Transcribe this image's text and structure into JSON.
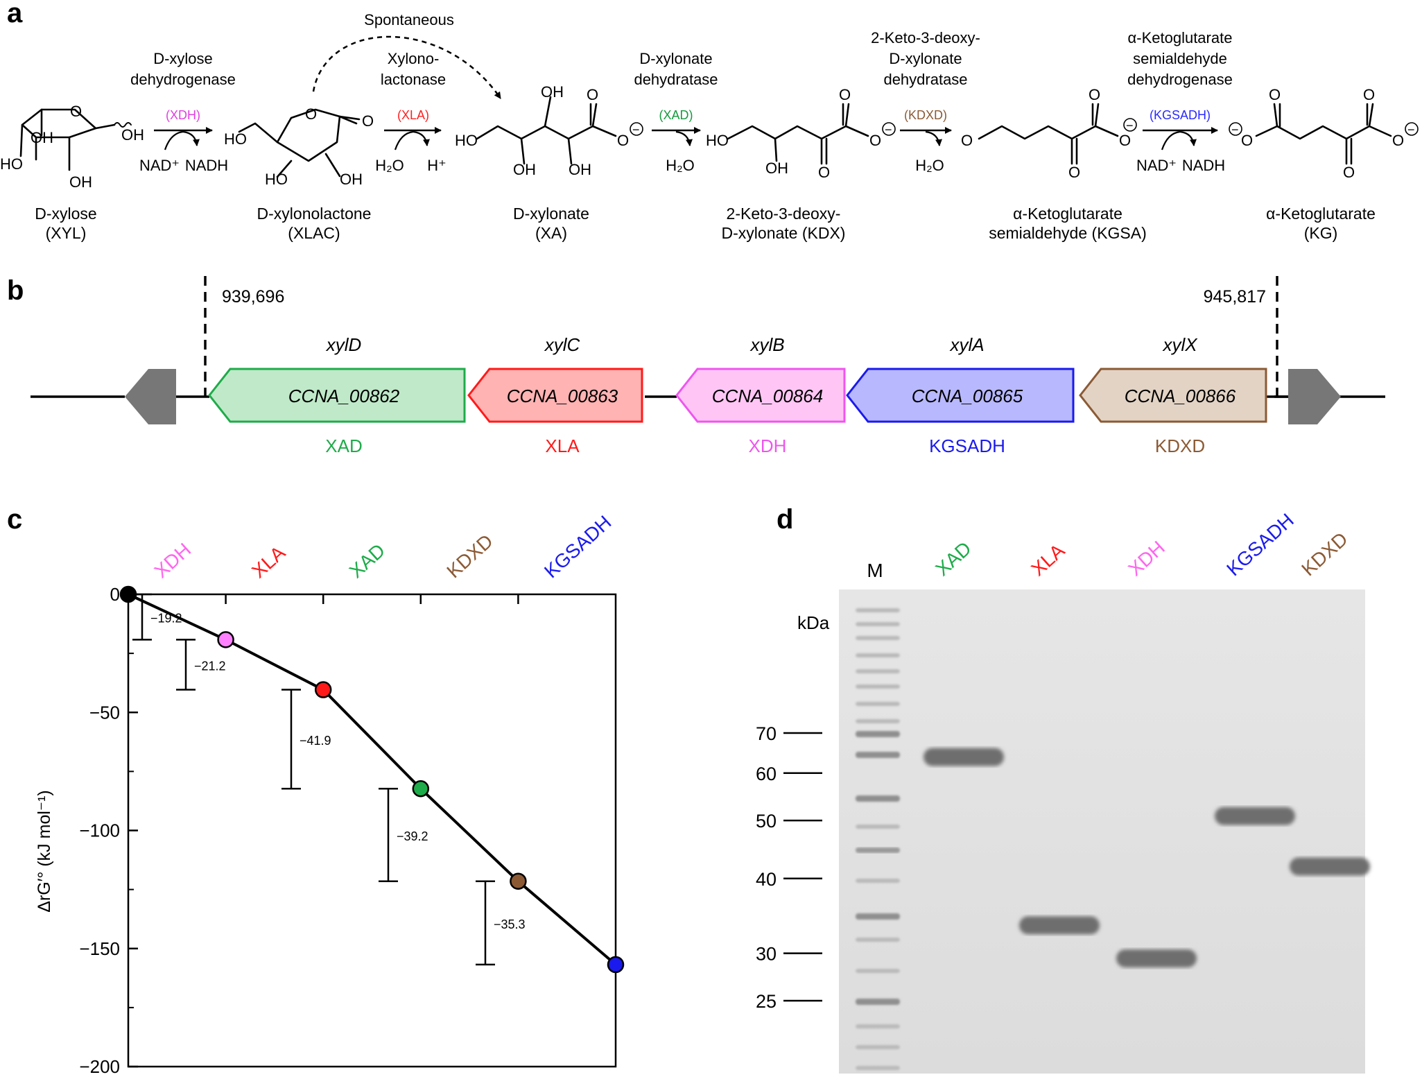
{
  "panels": {
    "a": "a",
    "b": "b",
    "c": "c",
    "d": "d"
  },
  "pathway": {
    "spontaneous": "Spontaneous",
    "compounds": [
      {
        "l1": "D-xylose",
        "l2": "(XYL)"
      },
      {
        "l1": "D-xylonolactone",
        "l2": "(XLAC)"
      },
      {
        "l1": "D-xylonate",
        "l2": "(XA)"
      },
      {
        "l1": "2-Keto-3-deoxy-",
        "l2": "D-xylonate (KDX)"
      },
      {
        "l1": "α-Ketoglutarate",
        "l2": "semialdehyde (KGSA)"
      },
      {
        "l1": "α-Ketoglutarate",
        "l2": "(KG)"
      }
    ],
    "enzymes": [
      {
        "name_lines": [
          "D-xylose",
          "dehydrogenase"
        ],
        "abbr": "(XDH)",
        "color": "#e040e0",
        "left": "NAD⁺",
        "right": "NADH"
      },
      {
        "name_lines": [
          "Xylono-",
          "lactonase"
        ],
        "abbr": "(XLA)",
        "color": "#ff2020",
        "left": "H₂O",
        "right": "H⁺"
      },
      {
        "name_lines": [
          "D-xylonate",
          "dehydratase"
        ],
        "abbr": "(XAD)",
        "color": "#129b3c",
        "left": "",
        "right": "H₂O"
      },
      {
        "name_lines": [
          "2-Keto-3-deoxy-",
          "D-xylonate",
          "dehydratase"
        ],
        "abbr": "(KDXD)",
        "color": "#8b5a34",
        "left": "",
        "right": "H₂O"
      },
      {
        "name_lines": [
          "α-Ketoglutarate",
          "semialdehyde",
          "dehydrogenase"
        ],
        "abbr": "(KGSADH)",
        "color": "#2a2aff",
        "left": "NAD⁺",
        "right": "NADH"
      }
    ]
  },
  "operon": {
    "coord_left": "939,696",
    "coord_right": "945,817",
    "genes": [
      {
        "name": "xylD",
        "locus": "CCNA_00862",
        "enzyme": "XAD",
        "fill": "#bfe9c8",
        "stroke": "#1eab4a",
        "text": "#1eab4a"
      },
      {
        "name": "xylC",
        "locus": "CCNA_00863",
        "enzyme": "XLA",
        "fill": "#ffb3b3",
        "stroke": "#ff1a1a",
        "text": "#ff1a1a"
      },
      {
        "name": "xylB",
        "locus": "CCNA_00864",
        "enzyme": "XDH",
        "fill": "#ffc6f5",
        "stroke": "#ee55ee",
        "text": "#ee55ee"
      },
      {
        "name": "xylA",
        "locus": "CCNA_00865",
        "enzyme": "KGSADH",
        "fill": "#b8b8ff",
        "stroke": "#1a1aee",
        "text": "#1a1aee"
      },
      {
        "name": "xylX",
        "locus": "CCNA_00866",
        "enzyme": "KDXD",
        "fill": "#e2d3c5",
        "stroke": "#8b5a34",
        "text": "#8b5a34"
      }
    ],
    "flank_color": "#777777"
  },
  "chart_data": {
    "type": "line",
    "x": [
      0,
      1,
      2,
      3,
      4,
      5
    ],
    "y": [
      0,
      -19.2,
      -40.4,
      -82.3,
      -121.5,
      -156.8
    ],
    "point_colors": [
      "#000000",
      "#ff80ff",
      "#ff1a1a",
      "#1eab4a",
      "#8b5a34",
      "#1a1aee"
    ],
    "steps": [
      {
        "label": "XDH",
        "color": "#ff66ee",
        "delta": "−19.2"
      },
      {
        "label": "XLA",
        "color": "#ff1a1a",
        "delta": "−21.2"
      },
      {
        "label": "XAD",
        "color": "#1eab4a",
        "delta": "−41.9"
      },
      {
        "label": "KDXD",
        "color": "#8b5a34",
        "delta": "−39.2"
      },
      {
        "label": "KGSADH",
        "color": "#1a1aee",
        "delta": "−35.3"
      }
    ],
    "ylabel": "ΔrG′° (kJ mol⁻¹)",
    "ylim": [
      -200,
      0
    ],
    "yticks": [
      0,
      -50,
      -100,
      -150,
      -200
    ],
    "ytick_labels": [
      "0",
      "−50",
      "−100",
      "−150",
      "−200"
    ],
    "xlim": [
      0,
      5
    ]
  },
  "gel": {
    "marker_label": "M",
    "unit": "kDa",
    "lanes": [
      {
        "label": "XAD",
        "color": "#1eab4a"
      },
      {
        "label": "XLA",
        "color": "#ff1a1a"
      },
      {
        "label": "XDH",
        "color": "#ff66ee"
      },
      {
        "label": "KGSADH",
        "color": "#1a1aee"
      },
      {
        "label": "KDXD",
        "color": "#8b5a34"
      }
    ],
    "ladder": [
      {
        "label": "70",
        "kda": 70
      },
      {
        "label": "60",
        "kda": 60
      },
      {
        "label": "50",
        "kda": 50
      },
      {
        "label": "40",
        "kda": 40
      },
      {
        "label": "30",
        "kda": 30
      },
      {
        "label": "25",
        "kda": 25
      }
    ]
  }
}
